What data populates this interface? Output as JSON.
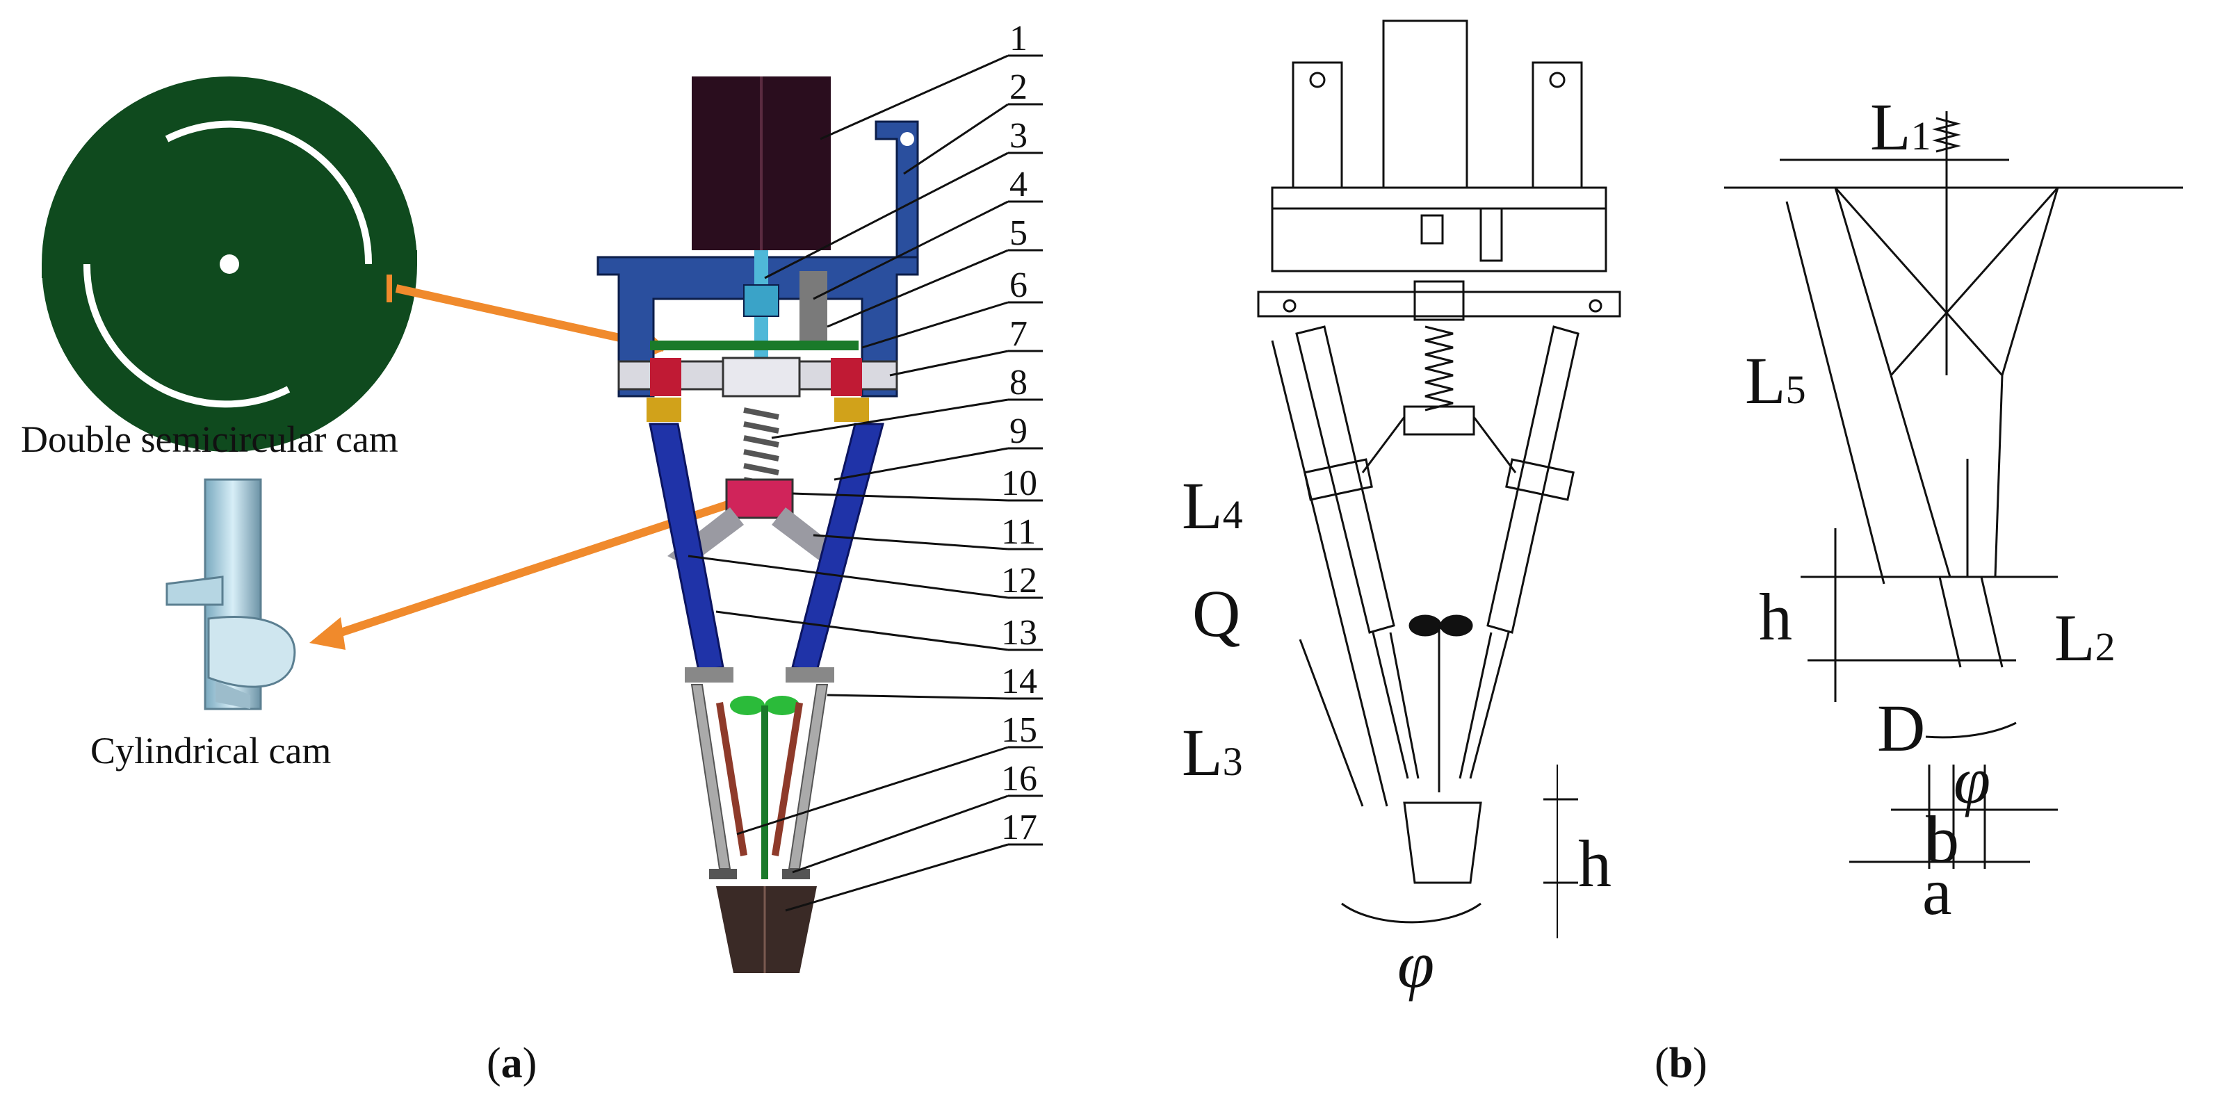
{
  "panel_a": {
    "label_open": "(",
    "label_letter": "a",
    "label_close": ")",
    "part_numbers": [
      "1",
      "2",
      "3",
      "4",
      "5",
      "6",
      "7",
      "8",
      "9",
      "10",
      "11",
      "12",
      "13",
      "14",
      "15",
      "16",
      "17"
    ],
    "callout_cam_top": "Double semicircular cam",
    "callout_cam_bottom": "Cylindrical cam"
  },
  "panel_b": {
    "label_open": "(",
    "label_letter": "b",
    "label_close": ")",
    "left": {
      "L4": "L",
      "L4_sub": "4",
      "Q": "Q",
      "L3": "L",
      "L3_sub": "3",
      "h": "h",
      "phi": "φ"
    },
    "right": {
      "L1": "L",
      "L1_sub": "1",
      "L5": "L",
      "L5_sub": "5",
      "h": "h",
      "L2": "L",
      "L2_sub": "2",
      "D": "D",
      "phi": "φ",
      "b": "b",
      "a": "a"
    }
  },
  "colors": {
    "cam_green": "#0f4a1e",
    "motor": "#2a0d1e",
    "frame_blue": "#2a4f9e",
    "link_blue": "#1f33a8",
    "arrow_orange": "#f08a2c",
    "shaft_cyan": "#4fb8d8",
    "red_part": "#c01a34",
    "hopper": "#3a2a26"
  }
}
